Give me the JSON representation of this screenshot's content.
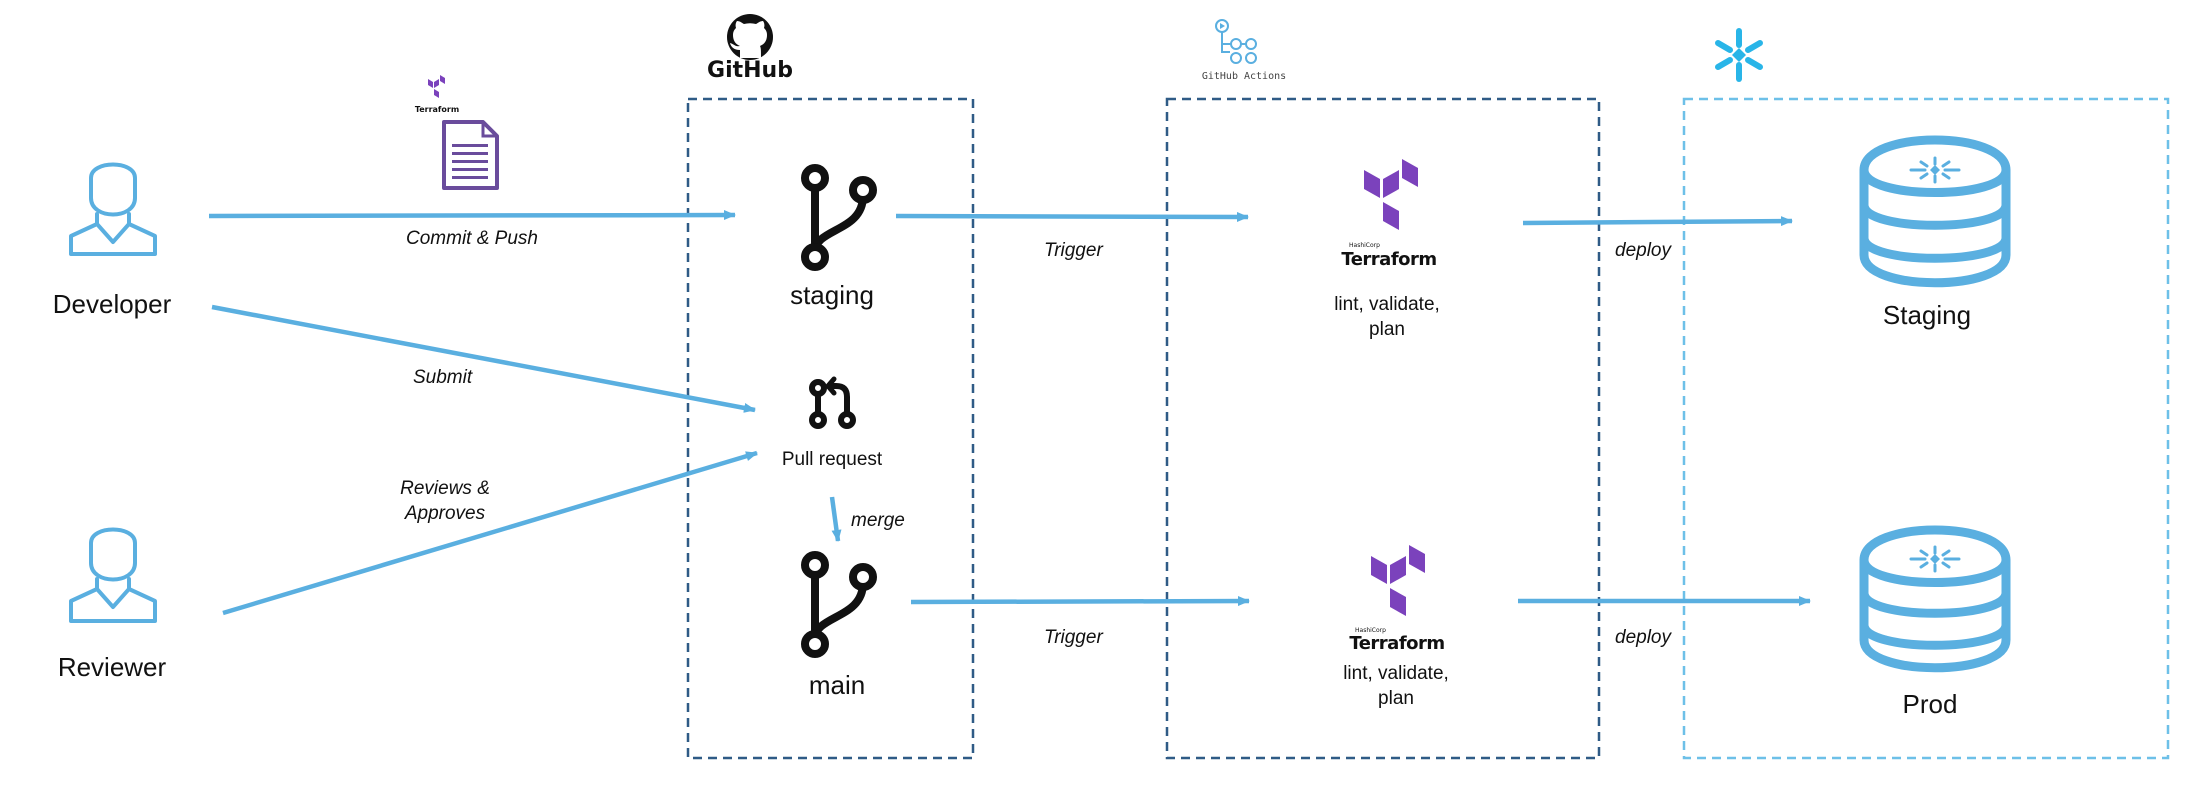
{
  "actors": {
    "developer": "Developer",
    "reviewer": "Reviewer"
  },
  "brands": {
    "github": "GitHub",
    "github_actions": "GitHub Actions",
    "terraform": "Terraform",
    "hashicorp": "HashiCorp"
  },
  "github": {
    "staging_branch": "staging",
    "pull_request": "Pull request",
    "main_branch": "main"
  },
  "actions": {
    "step_label": "lint, validate,\nplan"
  },
  "snowflake": {
    "staging_db": "Staging",
    "prod_db": "Prod"
  },
  "edges": {
    "commit_push": "Commit & Push",
    "submit": "Submit",
    "reviews_approves": "Reviews &\nApproves",
    "merge": "merge",
    "trigger": "Trigger",
    "deploy": "deploy"
  },
  "colors": {
    "arrow": "#5aafe0",
    "github_box": "#2f5b86",
    "snowflake_box": "#6dc0e8",
    "terraform_purple": "#7b42bc",
    "doc_purple": "#6a4c9c",
    "snowflake_blue": "#29b5e8",
    "actor": "#5aafe0"
  }
}
